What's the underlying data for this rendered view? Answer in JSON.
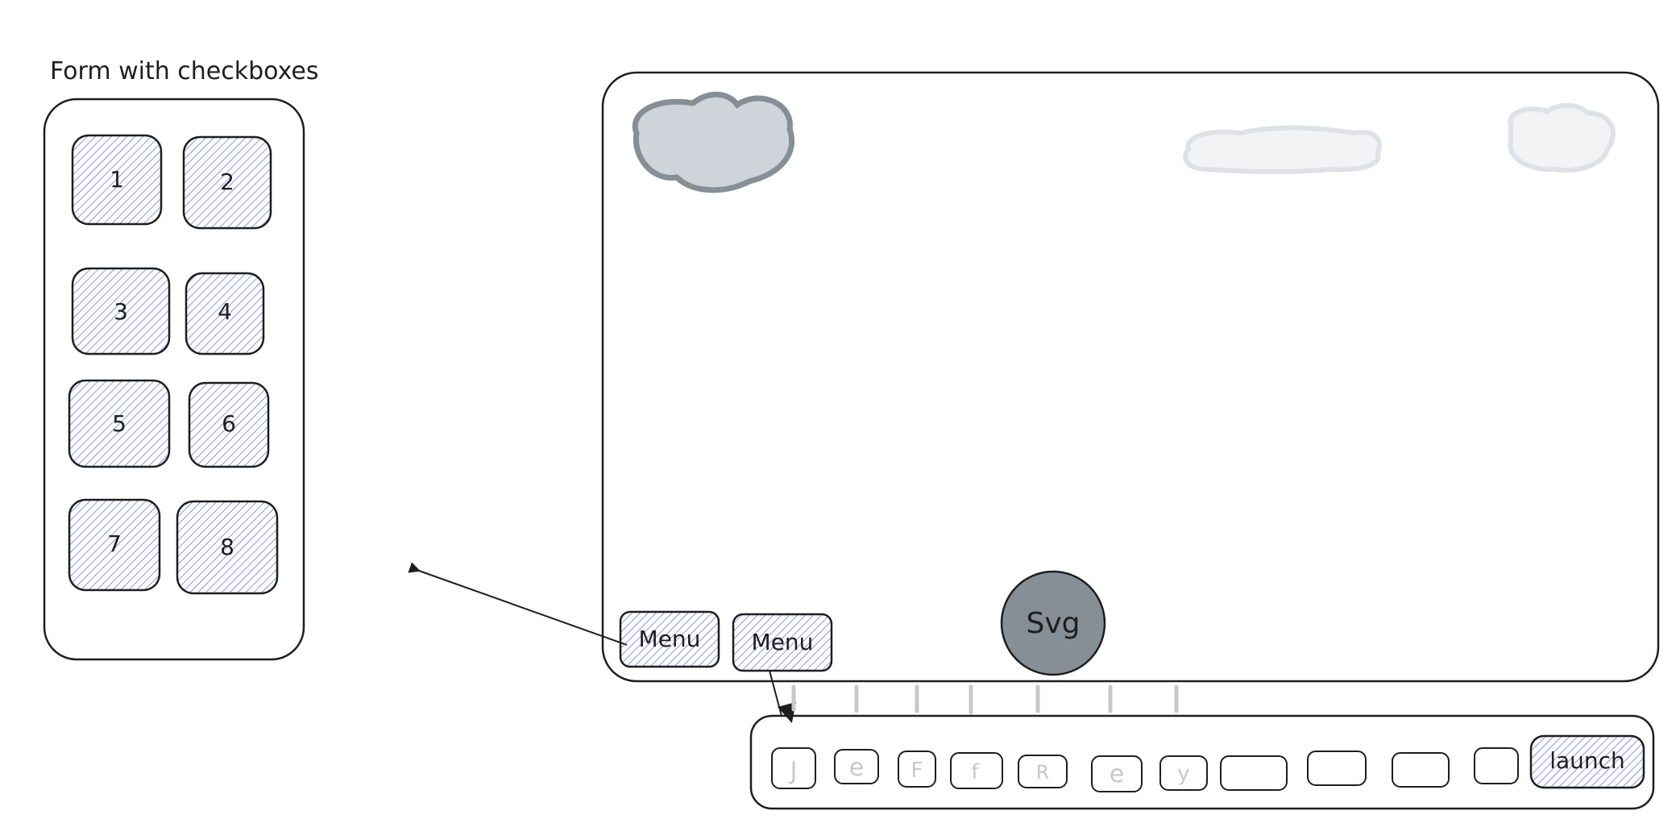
{
  "form": {
    "title": "Form with checkboxes",
    "checkboxes": [
      {
        "label": "1"
      },
      {
        "label": "2"
      },
      {
        "label": "3"
      },
      {
        "label": "4"
      },
      {
        "label": "5"
      },
      {
        "label": "6"
      },
      {
        "label": "7"
      },
      {
        "label": "8"
      }
    ]
  },
  "canvas": {
    "menu_buttons": [
      {
        "label": "Menu"
      },
      {
        "label": "Menu"
      }
    ],
    "svg_circle_label": "Svg",
    "clouds": [
      {
        "name": "cloud-dark",
        "color": "#ced4da"
      },
      {
        "name": "cloud-light-wide",
        "color": "#f1f3f5"
      },
      {
        "name": "cloud-light-small",
        "color": "#f1f3f5"
      }
    ]
  },
  "dock": {
    "letter_keys": [
      "J",
      "e",
      "F",
      "f",
      "R",
      "e",
      "y"
    ],
    "empty_keys": 4,
    "launch_label": "launch"
  },
  "colors": {
    "hatch": "#4a5fe0",
    "stroke": "#1e1e1e",
    "faded": "#c8c8c8",
    "circle_fill": "#868e96"
  }
}
